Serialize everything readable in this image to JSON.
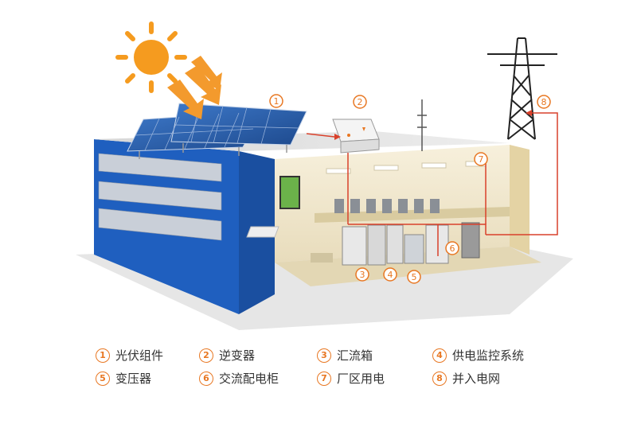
{
  "markers": [
    "1",
    "2",
    "3",
    "4",
    "5",
    "6",
    "7",
    "8"
  ],
  "legend": [
    {
      "num": "1",
      "label": "光伏组件"
    },
    {
      "num": "2",
      "label": "逆变器"
    },
    {
      "num": "3",
      "label": "汇流箱"
    },
    {
      "num": "4",
      "label": "供电监控系统"
    },
    {
      "num": "5",
      "label": "变压器"
    },
    {
      "num": "6",
      "label": "交流配电柜"
    },
    {
      "num": "7",
      "label": "厂区用电"
    },
    {
      "num": "8",
      "label": "并入电网"
    }
  ],
  "colors": {
    "accent_orange": "#e87722",
    "flow_red": "#d9412b",
    "building_blue": "#1f5fbf",
    "panel_blue": "#2d5fa8",
    "sun_orange": "#f59b1f",
    "interior": "#f2ead2"
  },
  "icons": [
    "sun-icon",
    "solar-panel-icon",
    "inverter-icon",
    "transmission-tower-icon",
    "antenna-icon",
    "cabinet-icon",
    "transformer-icon"
  ]
}
